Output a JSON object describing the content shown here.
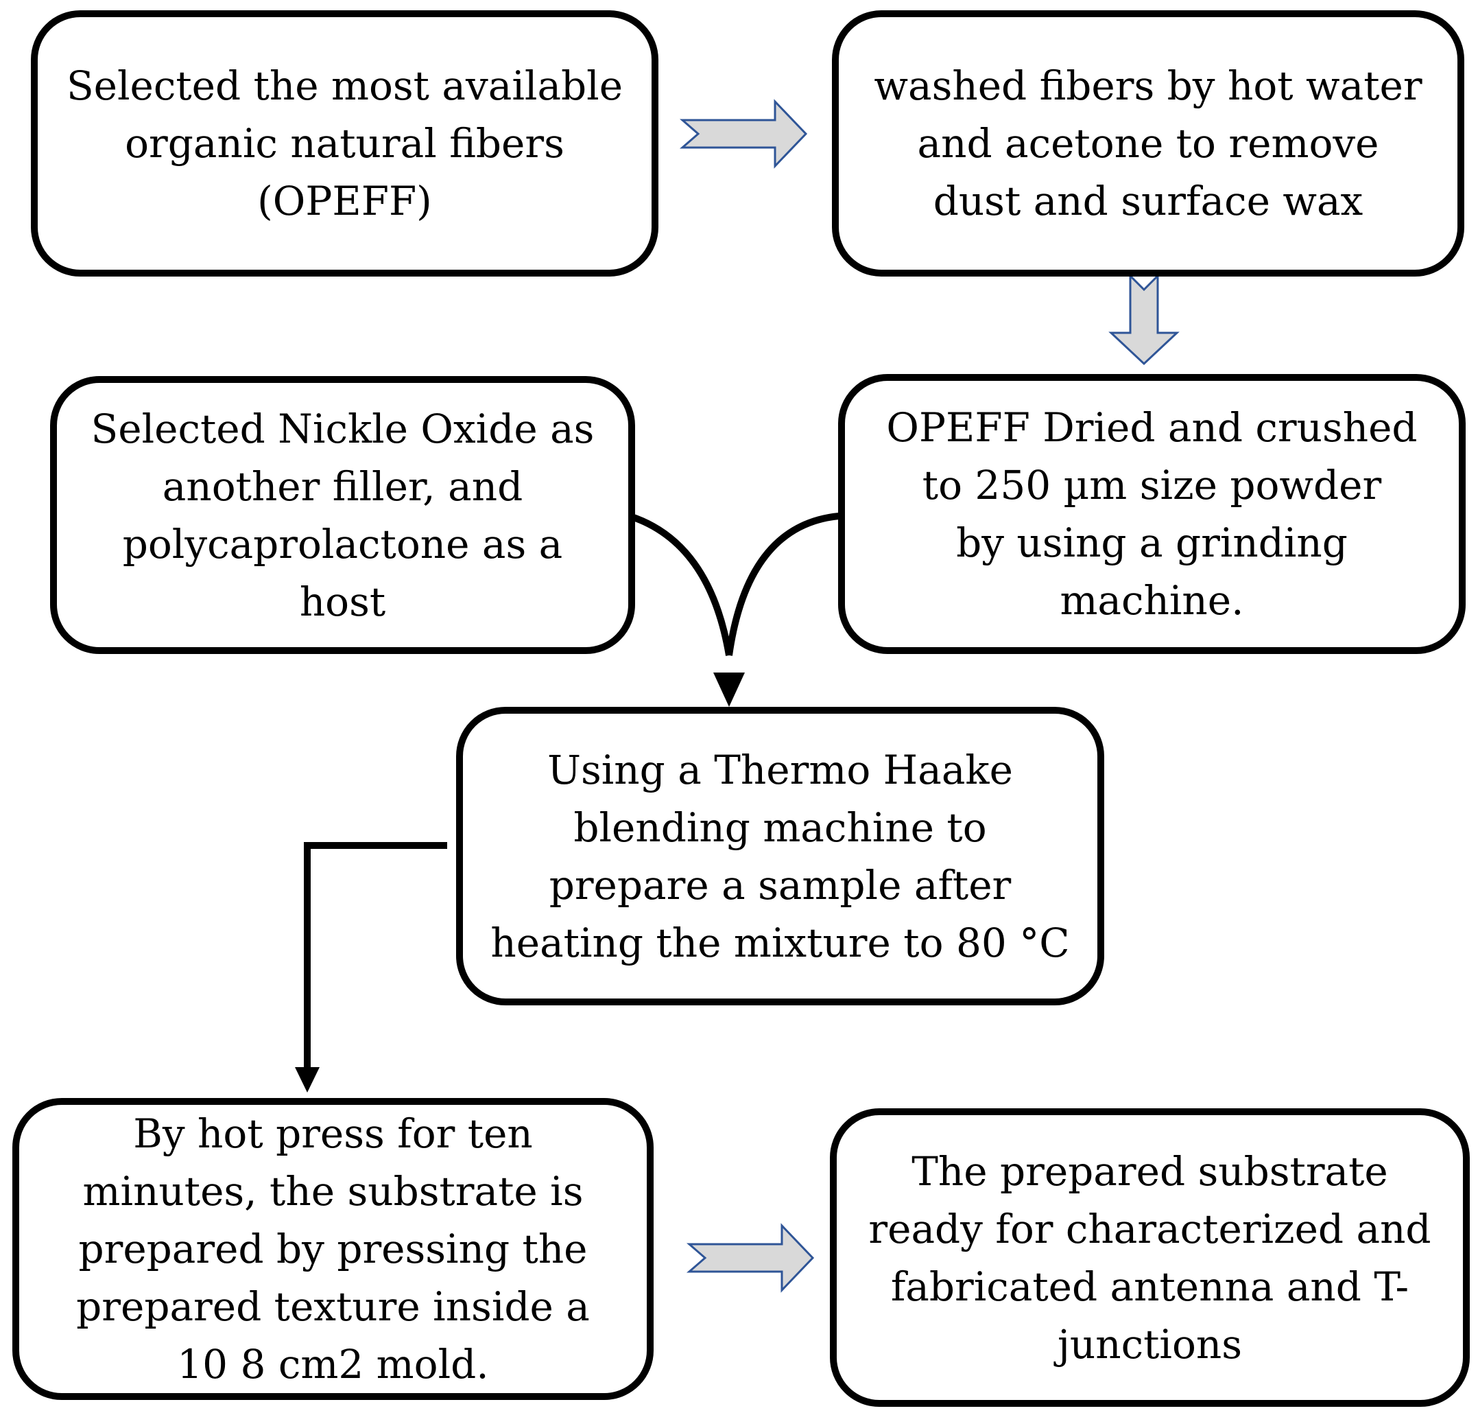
{
  "steps": [
    {
      "id": "step1",
      "text": "Selected the most available\norganic natural fibers\n(OPEFF)"
    },
    {
      "id": "step2",
      "text": "washed fibers by hot water\nand acetone to remove\ndust and surface wax"
    },
    {
      "id": "step3",
      "text": "OPEFF Dried and crushed\nto 250 µm size powder\nby using a grinding\nmachine."
    },
    {
      "id": "step4",
      "text": "Selected Nickle Oxide as\nanother filler, and\npolycaprolactone as a\nhost"
    },
    {
      "id": "step5",
      "text": "Using a Thermo Haake\nblending machine to\nprepare a sample after\nheating the mixture to 80 °C"
    },
    {
      "id": "step6",
      "text": "By hot press for ten\nminutes, the substrate is\nprepared by pressing the\nprepared texture inside a\n10  8 cm2 mold."
    },
    {
      "id": "step7",
      "text": "The prepared substrate\nready for characterized and\nfabricated antenna and T-\njunctions"
    }
  ],
  "colors": {
    "box_border": "#000000",
    "block_arrow_fill": "#d9d9d9",
    "block_arrow_stroke": "#2f5597",
    "connector": "#000000"
  }
}
